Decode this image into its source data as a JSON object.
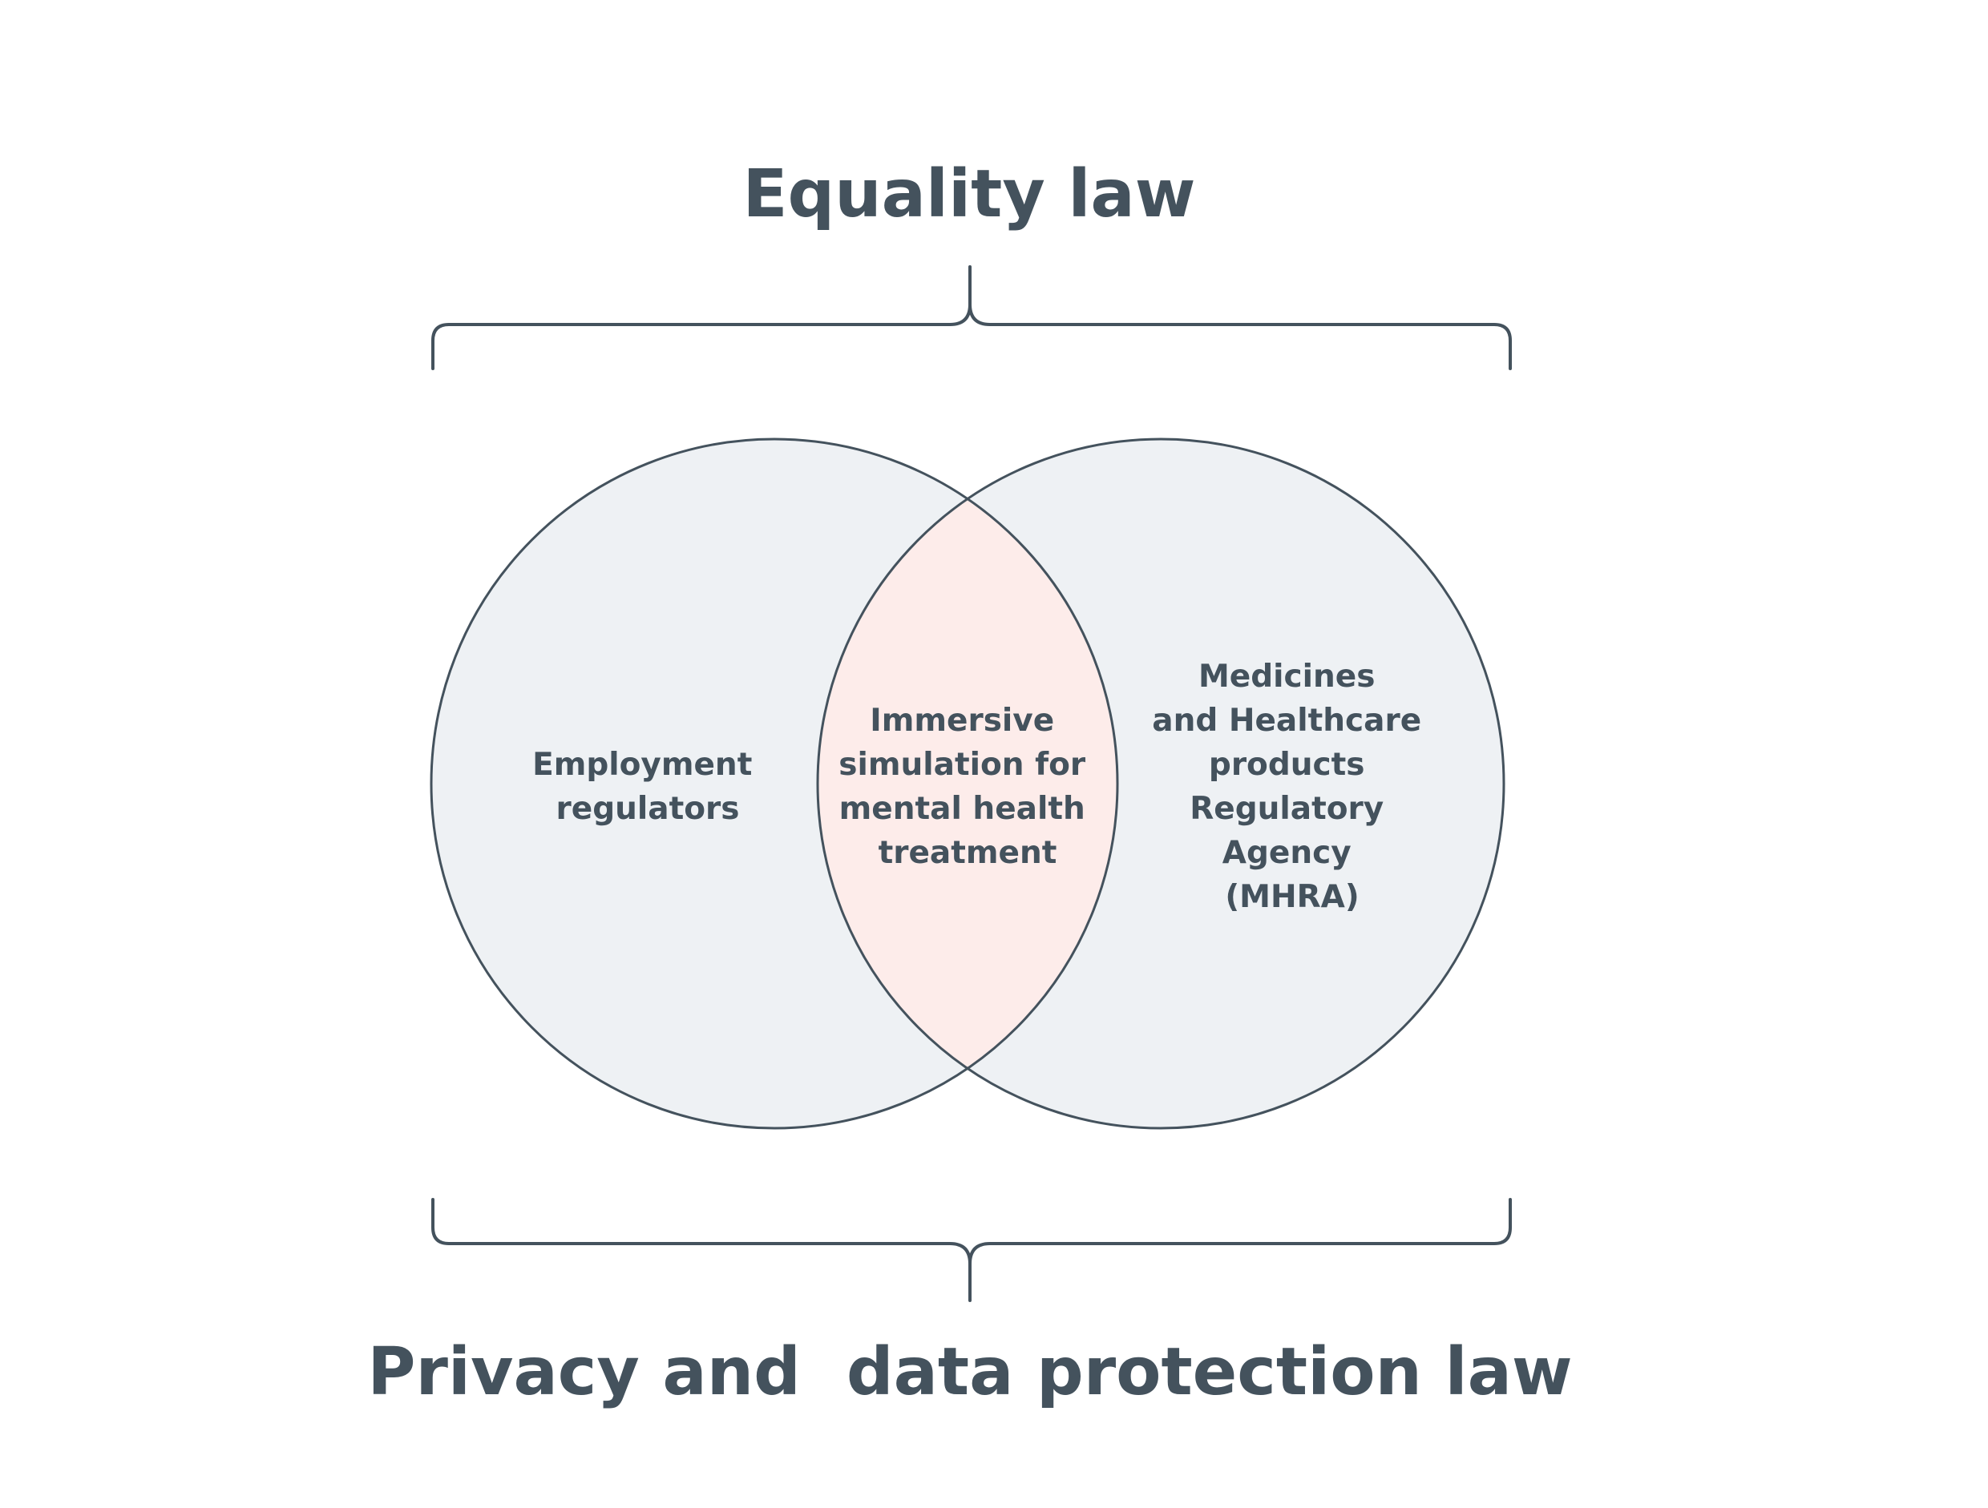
{
  "diagram": {
    "top_label": "Equality law",
    "bottom_label": "Privacy and  data protection law",
    "left_circle": {
      "lines": [
        "Employment",
        "regulators"
      ]
    },
    "overlap": {
      "lines": [
        "Immersive",
        "simulation for",
        "mental health",
        "treatment"
      ]
    },
    "right_circle": {
      "lines": [
        "Medicines",
        "and Healthcare",
        "products",
        "Regulatory",
        "Agency",
        "(MHRA)"
      ]
    },
    "colors": {
      "stroke": "#44525d",
      "circle_fill": "#eef1f4",
      "overlap_fill": "#fdecea",
      "text": "#44525d"
    }
  }
}
